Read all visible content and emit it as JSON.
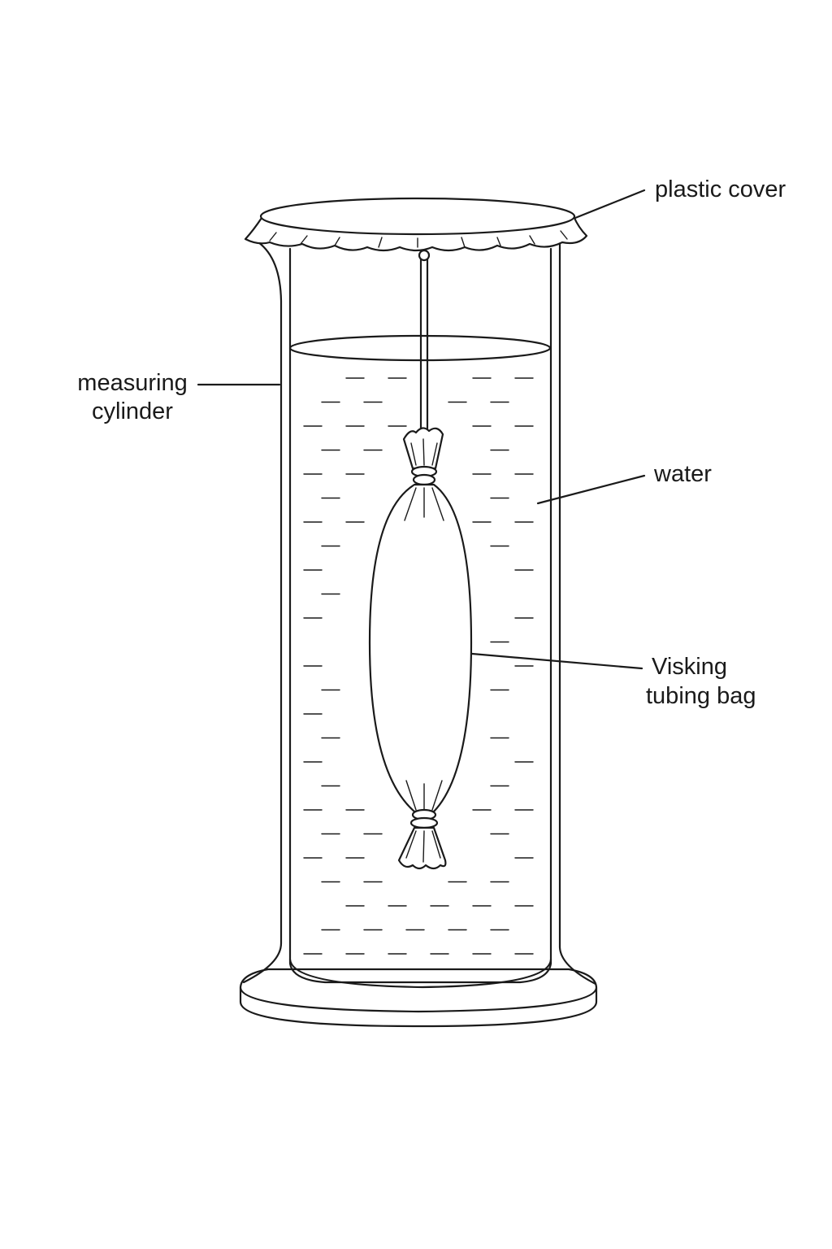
{
  "labels": {
    "plastic_cover": "plastic cover",
    "measuring_cylinder_line1": "measuring",
    "measuring_cylinder_line2": "cylinder",
    "water": "water",
    "visking_line1": "Visking",
    "visking_line2": "tubing bag"
  },
  "colors": {
    "line": "#1a1a1a",
    "background": "#ffffff"
  }
}
